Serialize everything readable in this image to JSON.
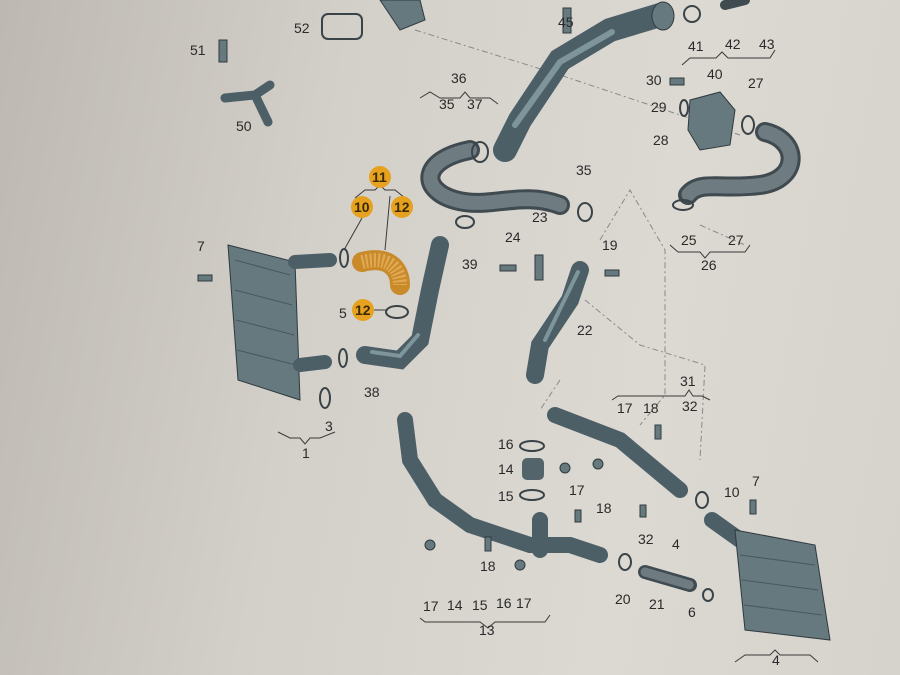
{
  "diagram": {
    "type": "exploded parts diagram (charge air cooler / intercooler piping)",
    "highlight_color": "#e6a21f",
    "part_color": "#66797f",
    "labels": [
      "52",
      "51",
      "50",
      "45",
      "41",
      "42",
      "43",
      "40",
      "36",
      "35",
      "37",
      "30",
      "29",
      "27",
      "28",
      "35",
      "23",
      "24",
      "39",
      "19",
      "25",
      "27",
      "26",
      "7",
      "5",
      "22",
      "38",
      "3",
      "1",
      "31",
      "17",
      "18",
      "32",
      "16",
      "14",
      "15",
      "17",
      "18",
      "10",
      "7",
      "32",
      "4",
      "18",
      "20",
      "21",
      "6",
      "17",
      "14",
      "15",
      "16",
      "17",
      "13",
      "4"
    ],
    "highlighted_callouts": [
      "11",
      "10",
      "12",
      "12"
    ]
  }
}
